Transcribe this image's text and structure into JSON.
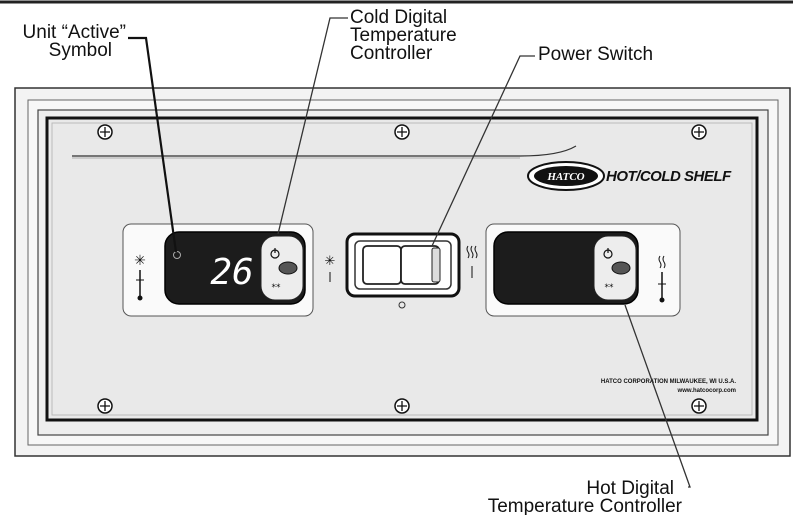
{
  "callouts": {
    "unit_active": {
      "line1": "Unit “Active”",
      "line2": "Symbol"
    },
    "cold_controller": {
      "line1": "Cold Digital",
      "line2": "Temperature",
      "line3": "Controller"
    },
    "power_switch": {
      "line1": "Power Switch"
    },
    "hot_controller": {
      "line1": "Hot Digital",
      "line2": "Temperature Controller"
    }
  },
  "panel": {
    "brand_logo": "HATCO",
    "product_name": "HOT/COLD SHELF",
    "corporation": "HATCO CORPORATION MILWAUKEE, WI U.S.A.",
    "website": "www.hatcocorp.com"
  },
  "cold_controller": {
    "display_value": "26"
  },
  "icons": {
    "cold_indicator": "snowflake-thermometer-icon",
    "hot_indicator": "heat-waves-thermometer-icon",
    "power": "power-icon",
    "set": "set-icon",
    "defrost": "defrost-icon"
  }
}
